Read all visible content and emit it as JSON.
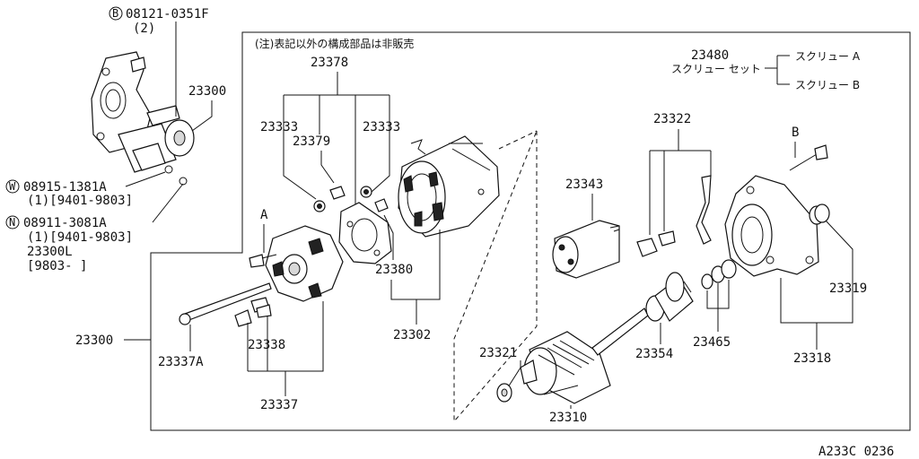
{
  "note": "(注)表記以外の構成部品は非販売",
  "figure_code": "A233C 0236",
  "bolt_letters": {
    "a": "A",
    "b": "B"
  },
  "screw_set": {
    "part_no": "23480",
    "label": "スクリュー セット",
    "screw_a": "スクリュー A",
    "screw_b": "スクリュー B"
  },
  "callouts": {
    "b_mark": "B",
    "b_part": "08121-0351F",
    "b_qty": "(2)",
    "w_mark": "W",
    "w_part": "08915-1381A",
    "w_qty": "(1)[9401-9803]",
    "n_mark": "N",
    "n_part": "08911-3081A",
    "n_qty": "(1)[9401-9803]",
    "l_part": "23300L",
    "l_range": "[9803-    ]"
  },
  "parts": {
    "p23300_top": "23300",
    "p23300_main": "23300",
    "p23378": "23378",
    "p23333_left": "23333",
    "p23333_right": "23333",
    "p23379": "23379",
    "p23380": "23380",
    "p23302": "23302",
    "p23338": "23338",
    "p23337a": "23337A",
    "p23337": "23337",
    "p23343": "23343",
    "p23322": "23322",
    "p23319": "23319",
    "p23318": "23318",
    "p23354": "23354",
    "p23465": "23465",
    "p23321": "23321",
    "p23310": "23310"
  },
  "colors": {
    "line": "#111111",
    "background": "#ffffff"
  }
}
